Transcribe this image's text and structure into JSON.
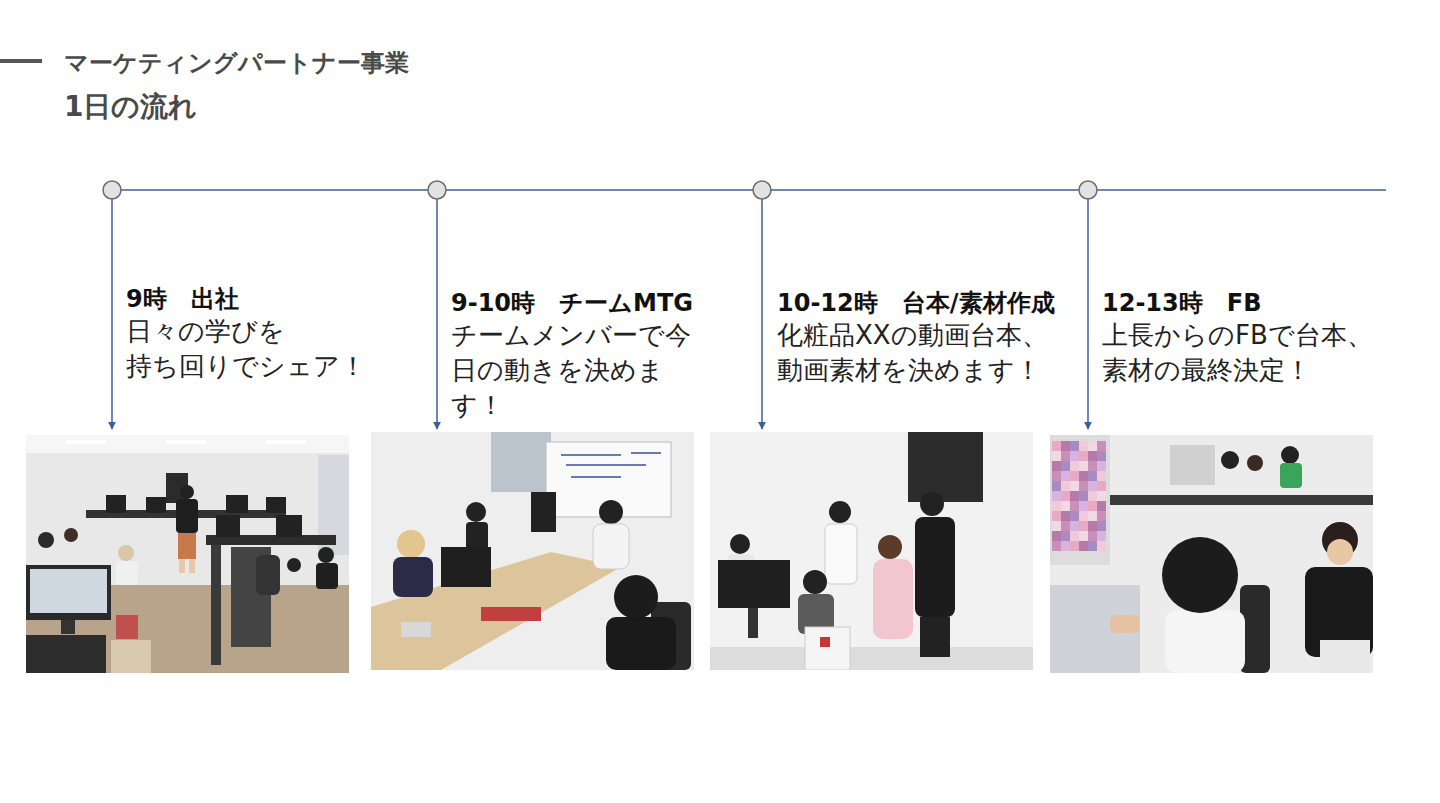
{
  "diagram": {
    "title": "マーケティングパートナー事業",
    "labels": [
      "1日の流れ",
      "9時　出社",
      "日々の学びを 持ち回りでシェア！",
      "9-10時　チームMTG",
      "チームメンバーで今 日の動きを決めま す！",
      "10-12時　台本/素材作成",
      "化粧品XXの動画台本、 動画素材を決めます！",
      "12-13時　FB",
      "上長からのFBで台本、 素材の最終決定！"
    ]
  }
}
